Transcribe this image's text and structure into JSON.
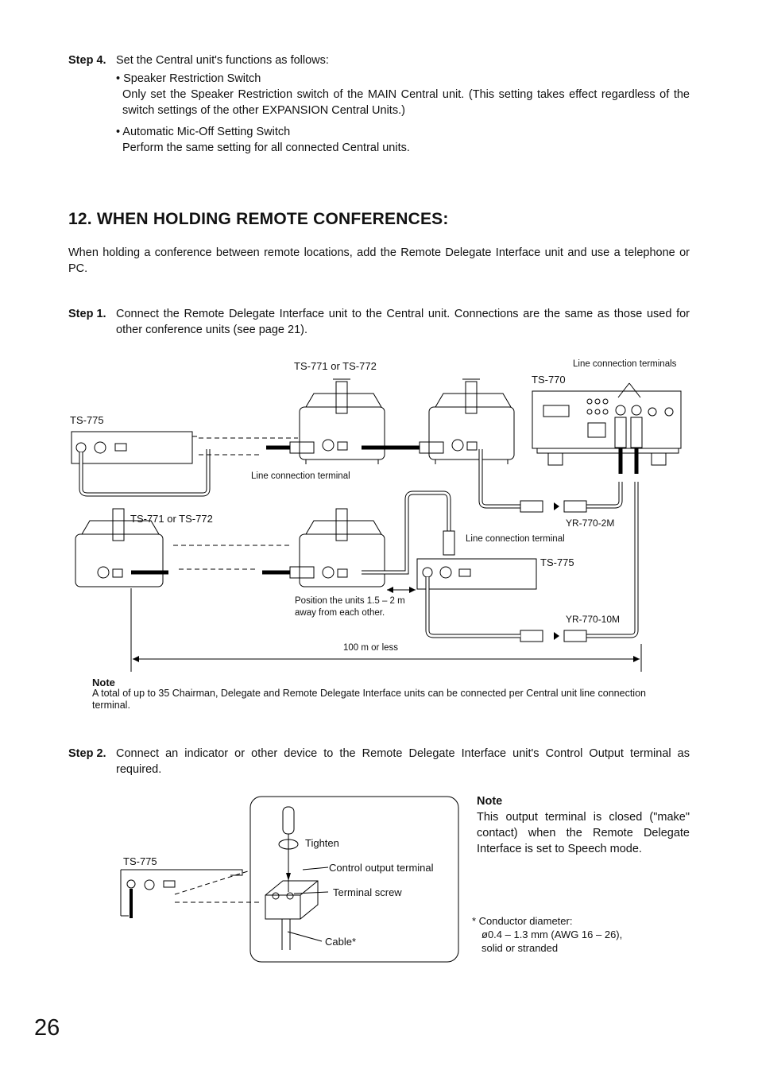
{
  "step4": {
    "label": "Step 4.",
    "text": "Set the Central unit's functions as follows:",
    "bullet1_title": "• Speaker Restriction Switch",
    "bullet1_body": "Only set the Speaker Restriction switch of the MAIN Central unit. (This setting takes effect regardless of the switch settings of the other EXPANSION Central Units.)",
    "bullet2_title": "• Automatic Mic-Off Setting Switch",
    "bullet2_body": "Perform the same setting for all connected Central units."
  },
  "section": {
    "title": "12. WHEN HOLDING REMOTE CONFERENCES:",
    "intro": "When holding a conference between remote locations, add the Remote Delegate Interface unit and use a telephone or PC."
  },
  "step1": {
    "label": "Step 1.",
    "text": "Connect the Remote Delegate Interface unit to the Central unit. Connections are the same as those used for other conference units (see page 21)."
  },
  "diagram1": {
    "ts771_772_top": "TS-771 or TS-772",
    "ts770": "TS-770",
    "line_terminals": "Line connection terminals",
    "ts775_top": "TS-775",
    "line_terminal_a": "Line connection terminal",
    "ts771_772_bottom": "TS-771 or TS-772",
    "yr2m": "YR-770-2M",
    "line_terminal_b": "Line connection terminal",
    "ts775_bottom": "TS-775",
    "position_note": "Position the units 1.5 – 2 m away from each other.",
    "yr10m": "YR-770-10M",
    "distance": "100 m or less",
    "note_title": "Note",
    "note_body": "A total of up to 35 Chairman, Delegate and Remote Delegate Interface units can be connected per Central unit line connection terminal."
  },
  "step2": {
    "label": "Step 2.",
    "text": "Connect an indicator or other device to the Remote Delegate Interface unit's Control Output terminal as required."
  },
  "diagram2": {
    "ts775": "TS-775",
    "tighten": "Tighten",
    "control_output": "Control output terminal",
    "terminal_screw": "Terminal screw",
    "cable": "Cable*",
    "note_title": "Note",
    "note_body": "This output terminal is closed (\"make\" contact) when the Remote Delegate Interface is set to Speech mode.",
    "conductor_1": "* Conductor diameter:",
    "conductor_2": "ø0.4 – 1.3 mm (AWG 16 – 26),",
    "conductor_3": "solid or stranded"
  },
  "page_number": "26"
}
